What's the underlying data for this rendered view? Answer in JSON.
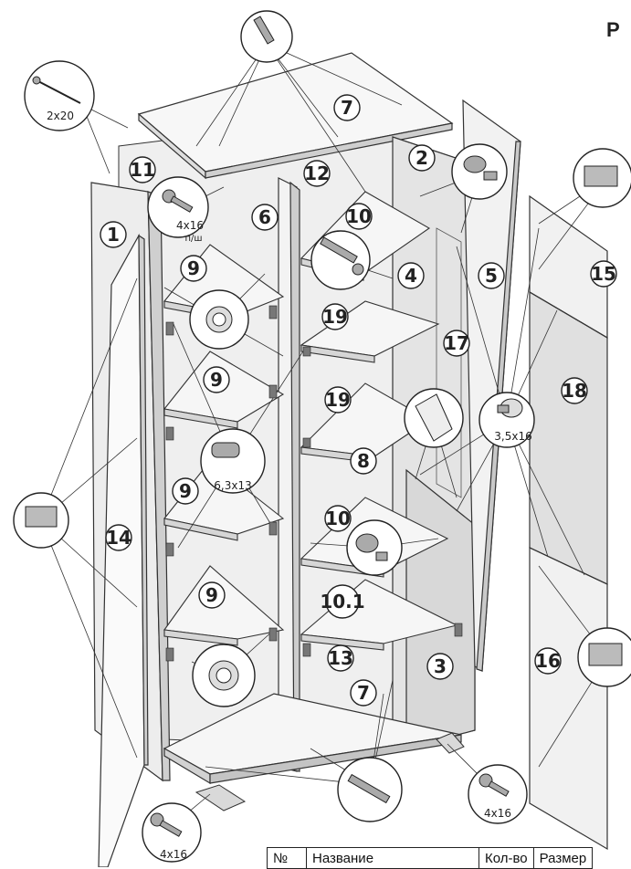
{
  "page": {
    "title": "Р"
  },
  "parts": {
    "p1": "1",
    "p2": "2",
    "p3": "3",
    "p4": "4",
    "p5": "5",
    "p6": "6",
    "p7": "7",
    "p8": "8",
    "p9": "9",
    "p10": "10",
    "p10_1": "10.1",
    "p11": "11",
    "p12": "12",
    "p13": "13",
    "p14": "14",
    "p15": "15",
    "p16": "16",
    "p17": "17",
    "p18": "18",
    "p19": "19"
  },
  "fasteners": {
    "nail": "2x20",
    "screw_4x16": "4x16",
    "screw_4x16_sub": "п/ш",
    "confirmat": "6,3x13",
    "euro_screw": "3,5x16"
  },
  "table": {
    "headers": [
      "№",
      "Название",
      "Кол-во",
      "Размер"
    ]
  }
}
